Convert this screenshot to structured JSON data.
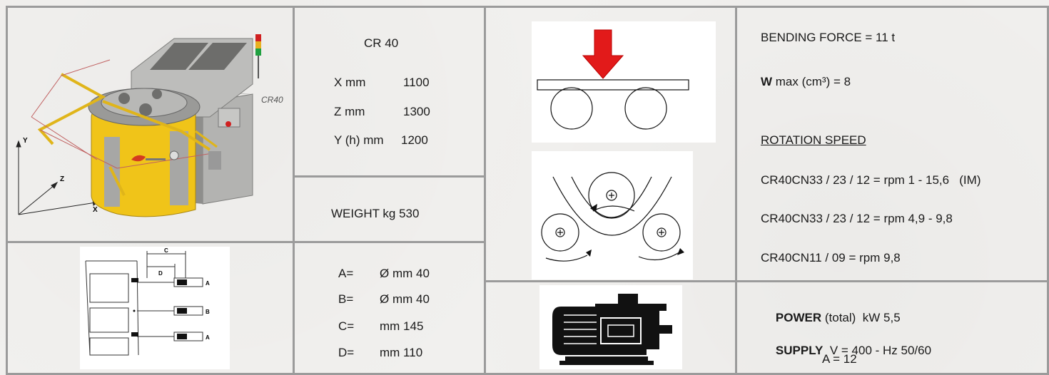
{
  "machine": {
    "model": "CR 40",
    "x_label": "X mm",
    "x_value": "1100",
    "z_label": "Z mm",
    "z_value": "1300",
    "y_label": "Y (h) mm",
    "y_value": "1200",
    "weight": "WEIGHT kg 530",
    "image_text": "CR40",
    "axis_y": "Y",
    "axis_z": "Z",
    "axis_x": "X"
  },
  "dimensions": {
    "rows": [
      {
        "key": "A=",
        "value": "Ø mm 40"
      },
      {
        "key": "B=",
        "value": "Ø mm 40"
      },
      {
        "key": "C=",
        "value": "mm 145"
      },
      {
        "key": "D=",
        "value": "mm 110"
      }
    ],
    "diagram_labels": {
      "c": "C",
      "d": "D",
      "a_top": "A",
      "b": "B",
      "a_bottom": "A"
    }
  },
  "specs": {
    "bending_force": "BENDING FORCE = 11 t",
    "wmax_bold": "W",
    "wmax_rest": " max (cm³) = 8",
    "rotation_title": "ROTATION SPEED",
    "rotation_lines": [
      "CR40CN33 / 23 / 12 = rpm 1 - 15,6   (IM)",
      "CR40CN33 / 23 / 12 = rpm 4,9 - 9,8",
      "CR40CN11 / 09 = rpm 9,8"
    ],
    "power_bold": "POWER",
    "power_rest": " (total)  kW 5,5",
    "supply_bold": "SUPPLY",
    "supply_rest": "  V = 400 - Hz 50/60",
    "supply_amps": "A = 12"
  },
  "colors": {
    "arrow_red": "#e21a1a",
    "machine_yellow": "#f0c419",
    "machine_gray": "#a7a7a5",
    "grid_border": "#9b9b9b"
  }
}
